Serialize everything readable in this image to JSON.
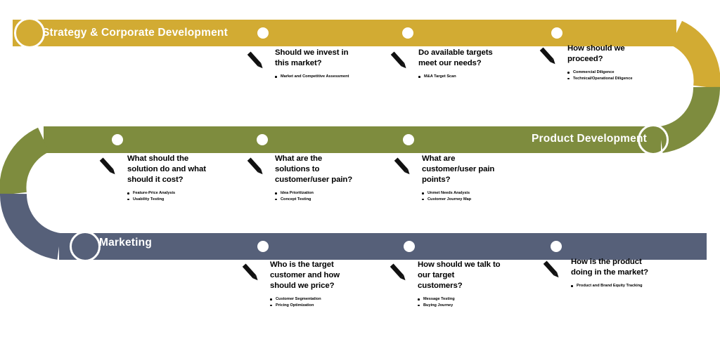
{
  "colors": {
    "strategy_band": "#D2AB33",
    "product_band": "#7E8C3E",
    "marketing_band": "#566079",
    "dot": "#FFFFFF",
    "text_dark": "#000000",
    "background": "#FFFFFF"
  },
  "bands": [
    {
      "id": "strategy",
      "label": "Strategy & Corporate Development"
    },
    {
      "id": "product",
      "label": "Product Development"
    },
    {
      "id": "marketing",
      "label": "Marketing"
    }
  ],
  "questions": [
    {
      "band": "strategy",
      "title": "Should we invest in this market?",
      "bullets": [
        "Market and Competitive Assessment"
      ]
    },
    {
      "band": "strategy",
      "title": "Do available targets meet our needs?",
      "bullets": [
        "M&A Target Scan"
      ]
    },
    {
      "band": "strategy",
      "title": "How should we proceed?",
      "bullets": [
        "Commercial Diligence",
        "Technical/Operational Diligence"
      ]
    },
    {
      "band": "product",
      "title": "What should the solution do and what should it cost?",
      "bullets": [
        "Feature-Price Analysis",
        "Usability Testing"
      ]
    },
    {
      "band": "product",
      "title": "What are the solutions to customer/user pain?",
      "bullets": [
        "Idea Prioritization",
        "Concept Testing"
      ]
    },
    {
      "band": "product",
      "title": "What are customer/user pain points?",
      "bullets": [
        "Unmet Needs Analysis",
        "Customer Journey Map"
      ]
    },
    {
      "band": "marketing",
      "title": "Who is the target customer and how should we price?",
      "bullets": [
        "Customer Segmentation",
        "Pricing Optimization"
      ]
    },
    {
      "band": "marketing",
      "title": "How should we talk to our target customers?",
      "bullets": [
        "Message Testing",
        "Buying Journey"
      ]
    },
    {
      "band": "marketing",
      "title": "How is the product doing in the market?",
      "bullets": [
        "Product and Brand Equity Tracking"
      ]
    }
  ],
  "icons": {
    "pencil": "pencil-icon",
    "station_dot": "station-dot-icon",
    "start_cap": "start-node-icon",
    "turn_cap": "turn-node-icon"
  }
}
